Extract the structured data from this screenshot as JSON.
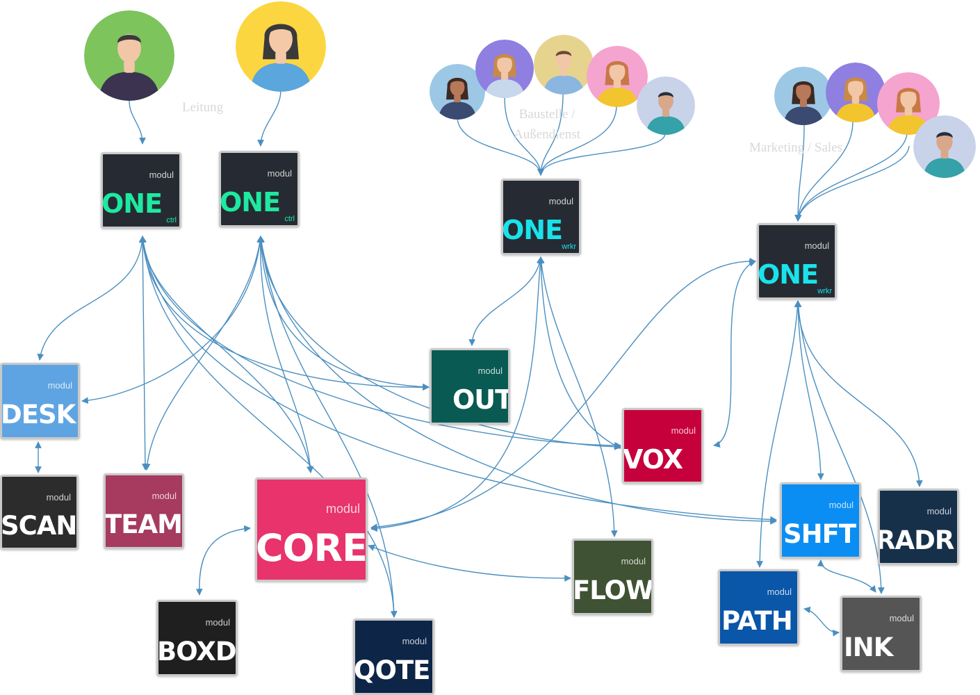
{
  "groups": {
    "leitung": "Leitung",
    "baustelle_line1": "Baustelle /",
    "baustelle_line2": "Außendienst",
    "marketing": "Marketing / Sales"
  },
  "modules": {
    "one_ctrl_1": {
      "tag": "modul",
      "name": "ONE",
      "sub": "ctrl",
      "color": "#262b33",
      "accent": "#1de9a0"
    },
    "one_ctrl_2": {
      "tag": "modul",
      "name": "ONE",
      "sub": "ctrl",
      "color": "#262b33",
      "accent": "#1de9a0"
    },
    "one_wrkr_1": {
      "tag": "modul",
      "name": "ONE",
      "sub": "wrkr",
      "color": "#262b33",
      "accent": "#19e3ea"
    },
    "one_wrkr_2": {
      "tag": "modul",
      "name": "ONE",
      "sub": "wrkr",
      "color": "#262b33",
      "accent": "#19e3ea"
    },
    "desk": {
      "tag": "modul",
      "name": "DESK",
      "color": "#5fa4e2"
    },
    "scan": {
      "tag": "modul",
      "name": "SCAN",
      "color": "#2c2c2c"
    },
    "team": {
      "tag": "modul",
      "name": "TEAM",
      "color": "#a63a5f"
    },
    "core": {
      "tag": "modul",
      "name": "CORE",
      "color": "#e8336c"
    },
    "boxd": {
      "tag": "modul",
      "name": "BOXD",
      "color": "#1f1f1f"
    },
    "qote": {
      "tag": "modul",
      "name": "QOTE",
      "color": "#0d2547"
    },
    "out": {
      "tag": "modul",
      "name": "OUT",
      "color": "#085a52"
    },
    "vox": {
      "tag": "modul",
      "name": "VOX",
      "color": "#c6003b"
    },
    "flow": {
      "tag": "modul",
      "name": "FLOW",
      "color": "#3f5233"
    },
    "shft": {
      "tag": "modul",
      "name": "SHFT",
      "color": "#0b8ef3"
    },
    "radr": {
      "tag": "modul",
      "name": "RADR",
      "color": "#17304a"
    },
    "path": {
      "tag": "modul",
      "name": "PATH",
      "color": "#0a56a8"
    },
    "ink": {
      "tag": "modul",
      "name": "INK",
      "color": "#555555"
    }
  },
  "colors": {
    "connector": "#4b8fc0"
  },
  "avatars": [
    {
      "id": "man-suit",
      "type": "man",
      "bg": "#7cc45b",
      "skin": "#f1c7a8",
      "hair": "#3a3a3a",
      "shirt": "#3b3350"
    },
    {
      "id": "woman-ponytail",
      "type": "woman",
      "bg": "#fbd640",
      "skin": "#f3c9a8",
      "hair": "#3a3a3a",
      "shirt": "#5aa6dd"
    },
    {
      "id": "worker-1",
      "type": "woman",
      "bg": "#9cc8e6",
      "skin": "#b8785a",
      "hair": "#3e2a22",
      "shirt": "#3a4a70"
    },
    {
      "id": "worker-2",
      "type": "woman",
      "bg": "#8f7fe0",
      "skin": "#f1c7a8",
      "hair": "#c98a45",
      "shirt": "#c7d7ec"
    },
    {
      "id": "worker-3",
      "type": "man",
      "bg": "#e6d48e",
      "skin": "#f1c7a8",
      "hair": "#6a4a33",
      "shirt": "#8ab6e0"
    },
    {
      "id": "worker-4",
      "type": "woman",
      "bg": "#f5a3cf",
      "skin": "#f1c7a8",
      "hair": "#c97845",
      "shirt": "#f2c52e"
    },
    {
      "id": "worker-5",
      "type": "man",
      "bg": "#c8d3ea",
      "skin": "#d9a88a",
      "hair": "#243040",
      "shirt": "#34a2a8"
    },
    {
      "id": "sales-1",
      "type": "woman",
      "bg": "#9cc8e6",
      "skin": "#b8785a",
      "hair": "#3e2a22",
      "shirt": "#3a4a70"
    },
    {
      "id": "sales-2",
      "type": "woman",
      "bg": "#8f7fe0",
      "skin": "#f1c7a8",
      "hair": "#c98a45",
      "shirt": "#f2c52e"
    },
    {
      "id": "sales-3",
      "type": "woman",
      "bg": "#f5a3cf",
      "skin": "#f1c7a8",
      "hair": "#c97845",
      "shirt": "#f2c52e"
    },
    {
      "id": "sales-4",
      "type": "man",
      "bg": "#c8d3ea",
      "skin": "#d9a88a",
      "hair": "#243040",
      "shirt": "#34a2a8"
    }
  ]
}
